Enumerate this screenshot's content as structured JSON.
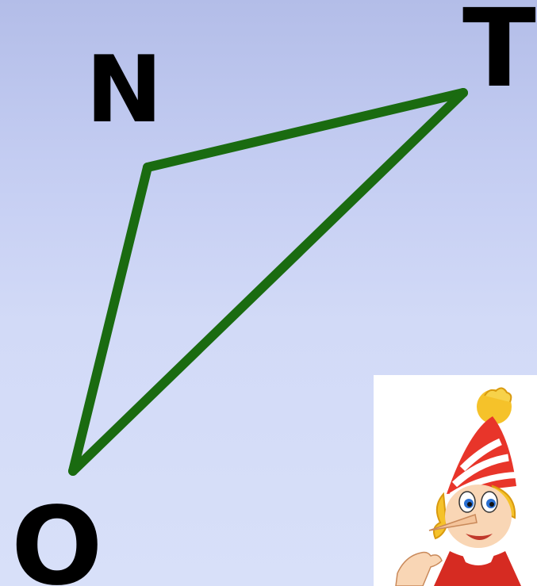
{
  "vertices": {
    "n": {
      "label": "N"
    },
    "t": {
      "label": "T"
    },
    "o": {
      "label": "O"
    }
  },
  "colors": {
    "background_top": "#b3bde8",
    "background_bottom": "#d8e0f9",
    "triangle_stroke": "#1a6b10",
    "label": "#000000"
  },
  "illustration": {
    "icon": "cartoon-character-icon"
  }
}
